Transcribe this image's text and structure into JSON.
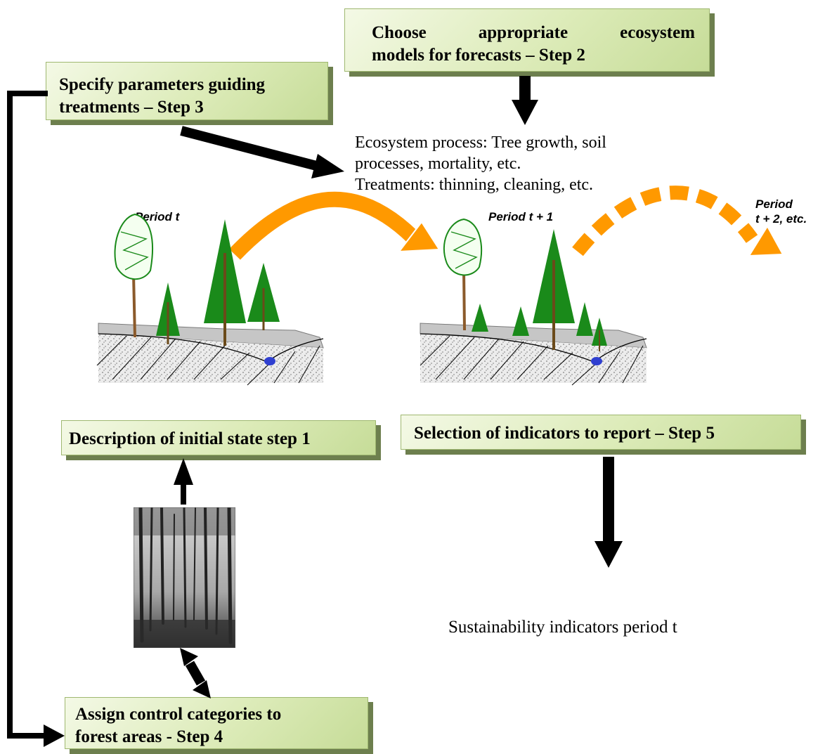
{
  "steps": {
    "step2": "Choose appropriate ecosystem models for forecasts – Step 2",
    "step2_line1_words": [
      "Choose",
      "appropriate",
      "ecosystem"
    ],
    "step2_line2": "models for forecasts – Step 2",
    "step3_line1": "Specify parameters guiding",
    "step3_line2": "treatments – Step 3",
    "step1": "Description of initial state step 1",
    "step5": "Selection of indicators to report – Step 5",
    "step4_line1": "Assign control categories to",
    "step4_line2": "forest areas - Step 4"
  },
  "processes": {
    "line1": "Ecosystem process: Tree growth, soil",
    "line2": "processes, mortality, etc.",
    "line3": "Treatments: thinning, cleaning, etc."
  },
  "periods": {
    "t": "Period t",
    "t1": "Period t + 1",
    "t2_line1": "Period",
    "t2_line2": "t + 2, etc."
  },
  "output": {
    "indicators": "Sustainability indicators period t"
  },
  "colors": {
    "box_fill": "#dcebb8",
    "box_shadow": "#6d7f4e",
    "arrow_black": "#000000",
    "arrow_orange": "#ff9900",
    "tree_green": "#1a8a1a",
    "ground_gray": "#c8c8c8",
    "water_blue": "#2f3fd0"
  },
  "icons": [
    "forest-stand-illustration",
    "forest-photo",
    "arrow-icon"
  ]
}
